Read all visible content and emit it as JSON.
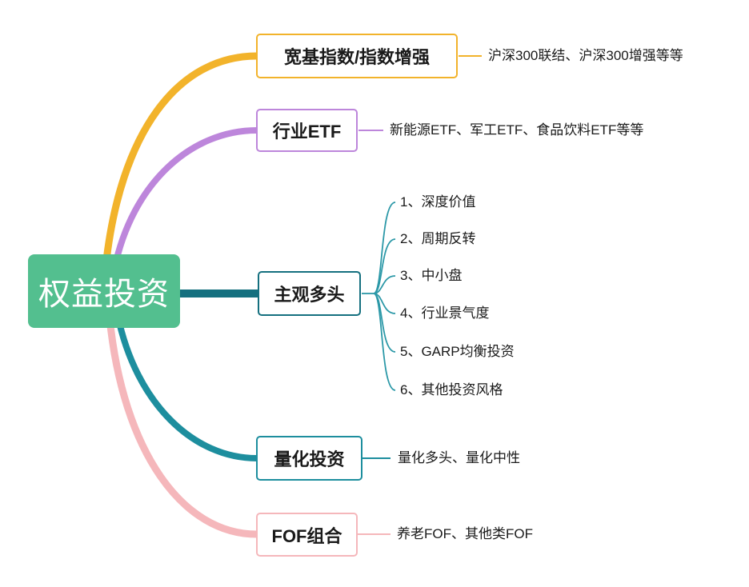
{
  "root": {
    "label": "权益投资"
  },
  "branches": [
    {
      "label": "宽基指数/指数增强",
      "leaf": "沪深300联结、沪深300增强等等",
      "color": "#F2B32B"
    },
    {
      "label": "行业ETF",
      "leaf": "新能源ETF、军工ETF、食品饮料ETF等等",
      "color": "#BD86DB"
    },
    {
      "label": "主观多头",
      "color": "#15707F",
      "children": [
        "1、深度价值",
        "2、周期反转",
        "3、中小盘",
        "4、行业景气度",
        "5、GARP均衡投资",
        "6、其他投资风格"
      ]
    },
    {
      "label": "量化投资",
      "leaf": "量化多头、量化中性",
      "color": "#1D8E9E"
    },
    {
      "label": "FOF组合",
      "leaf": "养老FOF、其他类FOF",
      "color": "#F5B7BB"
    }
  ],
  "colors": {
    "root_bg": "#53BF8F",
    "child_line": "#2D99A8"
  }
}
